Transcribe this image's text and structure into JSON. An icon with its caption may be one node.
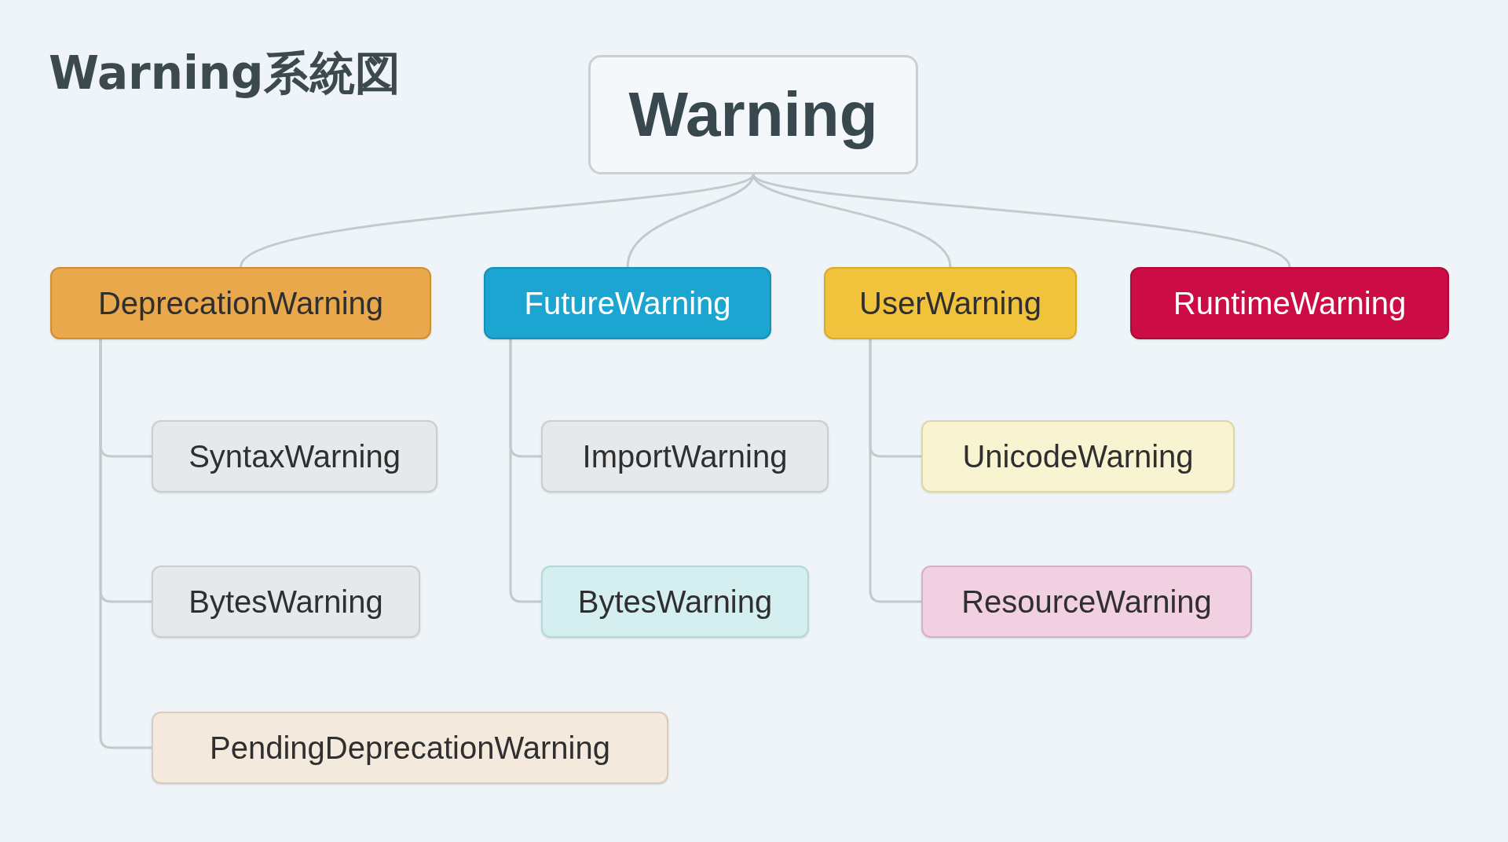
{
  "diagram": {
    "title": "Warning系統図",
    "nodes": [
      {
        "text": [
          "Warning"
        ]
      },
      {
        "text": [
          "DeprecationWarning"
        ]
      },
      {
        "text": [
          "FutureWarning"
        ]
      },
      {
        "text": [
          "UserWarning"
        ]
      },
      {
        "text": [
          "RuntimeWarning"
        ]
      },
      {
        "text": [
          "SyntaxWarning"
        ]
      },
      {
        "text": [
          "BytesWarning"
        ]
      },
      {
        "text": [
          "PendingDeprecationWarning"
        ]
      },
      {
        "text": [
          "ImportWarning"
        ]
      },
      {
        "text": [
          "BytesWarning"
        ]
      },
      {
        "text": [
          "UnicodeWarning"
        ]
      },
      {
        "text": [
          "ResourceWarning"
        ]
      }
    ],
    "edges": [
      {
        "from": 0,
        "to": 1,
        "arrow": "none"
      },
      {
        "from": 0,
        "to": 2,
        "arrow": "none"
      },
      {
        "from": 0,
        "to": 3,
        "arrow": "none"
      },
      {
        "from": 0,
        "to": 4,
        "arrow": "none"
      },
      {
        "from": 1,
        "to": 5,
        "arrow": "none"
      },
      {
        "from": 1,
        "to": 6,
        "arrow": "none"
      },
      {
        "from": 1,
        "to": 7,
        "arrow": "none"
      },
      {
        "from": 2,
        "to": 8,
        "arrow": "none"
      },
      {
        "from": 2,
        "to": 9,
        "arrow": "none"
      },
      {
        "from": 3,
        "to": 10,
        "arrow": "none"
      },
      {
        "from": 3,
        "to": 11,
        "arrow": "none"
      }
    ]
  }
}
